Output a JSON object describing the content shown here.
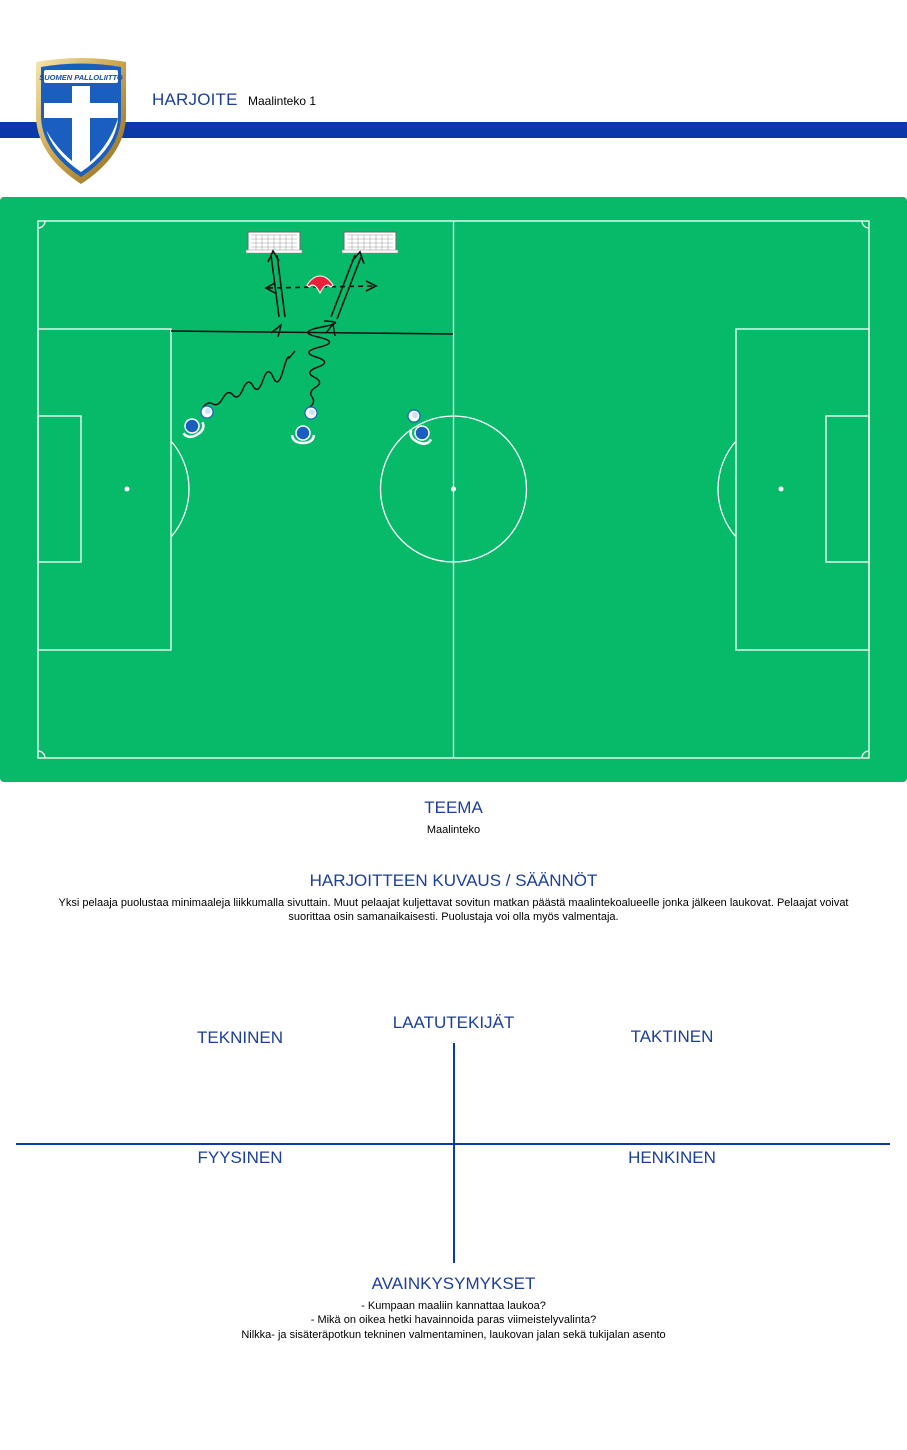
{
  "header": {
    "title": "HARJOITE",
    "exercise_name": "Maalinteko 1",
    "logo_text": "SUOMEN PALLOLIITTO"
  },
  "colors": {
    "brand_blue": "#0a3aa9",
    "pitch_green": "#06ba6a",
    "line_white": "#ffffff",
    "defender_red": "#e8203a",
    "player_blue": "#1a5fc0"
  },
  "teema": {
    "heading": "TEEMA",
    "value": "Maalinteko"
  },
  "description": {
    "heading": "HARJOITTEEN KUVAUS / SÄÄNNÖT",
    "line1": "Yksi pelaaja puolustaa minimaaleja liikkumalla sivuttain. Muut pelaajat kuljettavat sovitun matkan päästä maalintekoalueelle jonka jälkeen laukovat. Pelaajat voivat",
    "line2": "suorittaa osin samanaikaisesti. Puolustaja voi olla myös valmentaja."
  },
  "quality": {
    "heading": "LAATUTEKIJÄT",
    "technical": "TEKNINEN",
    "tactical": "TAKTINEN",
    "physical": "FYYSINEN",
    "mental": "HENKINEN"
  },
  "key_questions": {
    "heading": "AVAINKYSYMYKSET",
    "q1": "- Kumpaan maaliin kannattaa laukoa?",
    "q2": "- Mikä on oikea hetki havainnoida paras viimeistelyvalinta?",
    "q3": "Nilkka- ja sisäteräpotkun tekninen valmentaminen,  laukovan jalan sekä tukijalan asento"
  }
}
